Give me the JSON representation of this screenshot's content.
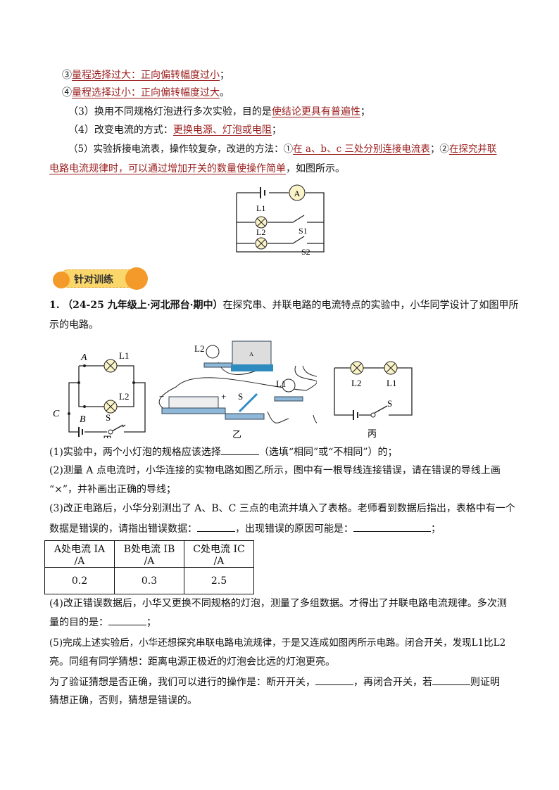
{
  "notes": {
    "item3": {
      "num": "③",
      "answer": "量程选择过大：正向偏转幅度过小",
      "end": "；"
    },
    "item4": {
      "num": "④",
      "answer": "量程选择过小：正向偏转幅度过大",
      "end": "。"
    },
    "p3": {
      "text": "（3）换用不同规格灯泡进行多次实验，目的是",
      "answer": "使结论更具有普遍性",
      "end": "；"
    },
    "p4": {
      "text": "（4）改变电流的方式：",
      "answer": "更换电源、灯泡或电阻",
      "end": "；"
    },
    "p5": {
      "text": "（5）实验拆接电流表，操作较复杂，改进的方法：①",
      "answer1": "在 a、b、c 三处分别连接电流表",
      "mid": "；②",
      "answer2a": "在探究并联",
      "answer2b": "电路电流规律时，可以通过增加开关的数量使操作简单",
      "end": "，如图所示。"
    },
    "diagram": {
      "ammeter": "A",
      "l1": "L1",
      "l2": "L2",
      "s1": "S1",
      "s2": "S2"
    }
  },
  "section_badge": "针对训练",
  "question": {
    "number": "1.",
    "source": "（24-25 九年级上·河北邢台·期中）",
    "stem_line1": "在探究串、并联电路的电流特点的实验中，小华同学设计了如图甲所",
    "stem_line2": "示的电路。",
    "figures": {
      "jia": {
        "caption": "甲",
        "A": "A",
        "B": "B",
        "C": "C",
        "L1": "L1",
        "L2": "L2",
        "S": "S"
      },
      "yi": {
        "caption": "乙",
        "L1": "L1",
        "L2": "L2",
        "S": "S",
        "minus": "−",
        "plus": "+",
        "meter": "A"
      },
      "bing": {
        "caption": "丙",
        "L1": "L1",
        "L2": "L2",
        "S": "S"
      }
    },
    "q1": {
      "a": "(1)实验中，两个小灯泡的规格应该选择",
      "b": "（选填“相同”或“不相同”）的；"
    },
    "q2": {
      "line1": "(2)测量 A 点电流时，小华连接的实物电路如图乙所示，图中有一根导线连接错误，请在错误的导线上画",
      "line2": "“×”，并补画出正确的导线；"
    },
    "q3": {
      "line1": "(3)改正电路后，小华分别测出了 A、B、C 三点的电流并填入了表格。老师看到数据后指出，表格中有一个",
      "a": "数据是错误的，请指出错误数据：",
      "b": "，出现错误的原因可能是：",
      "c": "；"
    },
    "table": {
      "headers": [
        "A处电流 IA /A",
        "B处电流 IB /A",
        "C处电流 IC /A"
      ],
      "rows": [
        [
          "0.2",
          "0.3",
          "2.5"
        ]
      ]
    },
    "q4": {
      "line1": "(4)改正错误数据后，小华又更换不同规格的灯泡，测量了多组数据。才得出了并联电路电流规律。多次测",
      "a": "量的目的是：",
      "b": "；"
    },
    "q5": {
      "line1": "(5)完成上述实验后，小华还想探究串联电路电流规律，于是又连成如图丙所示电路。闭合开关，发现L1比L2",
      "line2": "亮。同组有同学猜想：距离电源正极近的灯泡会比远的灯泡更亮。",
      "line3a": "为了验证猜想是否正确，我们可以进行的操作是：断开开关，",
      "line3b": "，再闭合开关，若",
      "line3c": "则证明",
      "line4": "猜想正确，否则，猜想是错误的。"
    }
  }
}
